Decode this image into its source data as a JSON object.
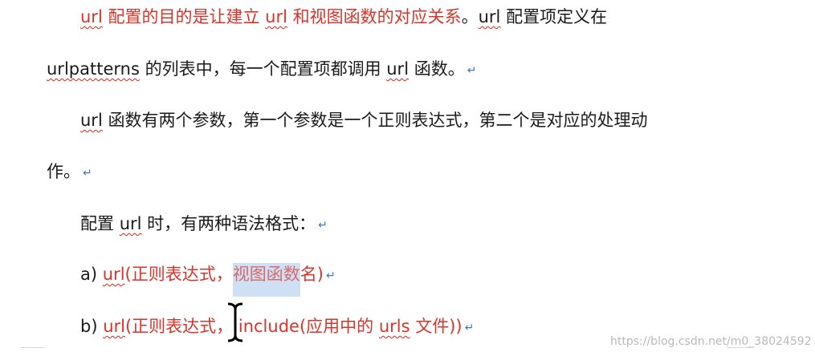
{
  "document": {
    "para1": {
      "w1": "url",
      "w2": " 配置的目的是让建立 ",
      "w3": "url",
      "w4": " 和视图函数的对应关系",
      "w5": "。",
      "w6": "url",
      "w7": " 配置项定义在"
    },
    "para1b": {
      "w1": "urlpatterns",
      "w2": " 的列表中，每一个配置项都调用 ",
      "w3": "url",
      "w4": " 函数。"
    },
    "para2": {
      "w1": "url",
      "w2": " 函数有两个参数，第一个参数是一个正则表达式，第二个是对应的处理动"
    },
    "para2b": {
      "w1": "作。"
    },
    "para3": {
      "w1": "配置 ",
      "w2": "url",
      "w3": " 时，有两种语法格式："
    },
    "item_a": {
      "prefix": "a) ",
      "w1": "url",
      "w2": "(正则表达式，",
      "w3": "视图函数",
      "w4": "名)"
    },
    "item_b": {
      "prefix": "b) ",
      "w1": "url",
      "w2": "(正则表达式，",
      "w3": " include(应用中的 ",
      "w4": "urls",
      "w5": " 文件))"
    },
    "para_mark": "↵"
  },
  "watermark": "https://blog.csdn.net/m0_38024592",
  "colors": {
    "text": "#1a1a1a",
    "red_text": "#d8342a",
    "spellcheck": "#e0201b",
    "paragraph_mark": "#3f79c9",
    "selection": "#cfe0f5"
  },
  "icons": [
    "paragraph-mark-icon",
    "text-cursor-icon"
  ]
}
